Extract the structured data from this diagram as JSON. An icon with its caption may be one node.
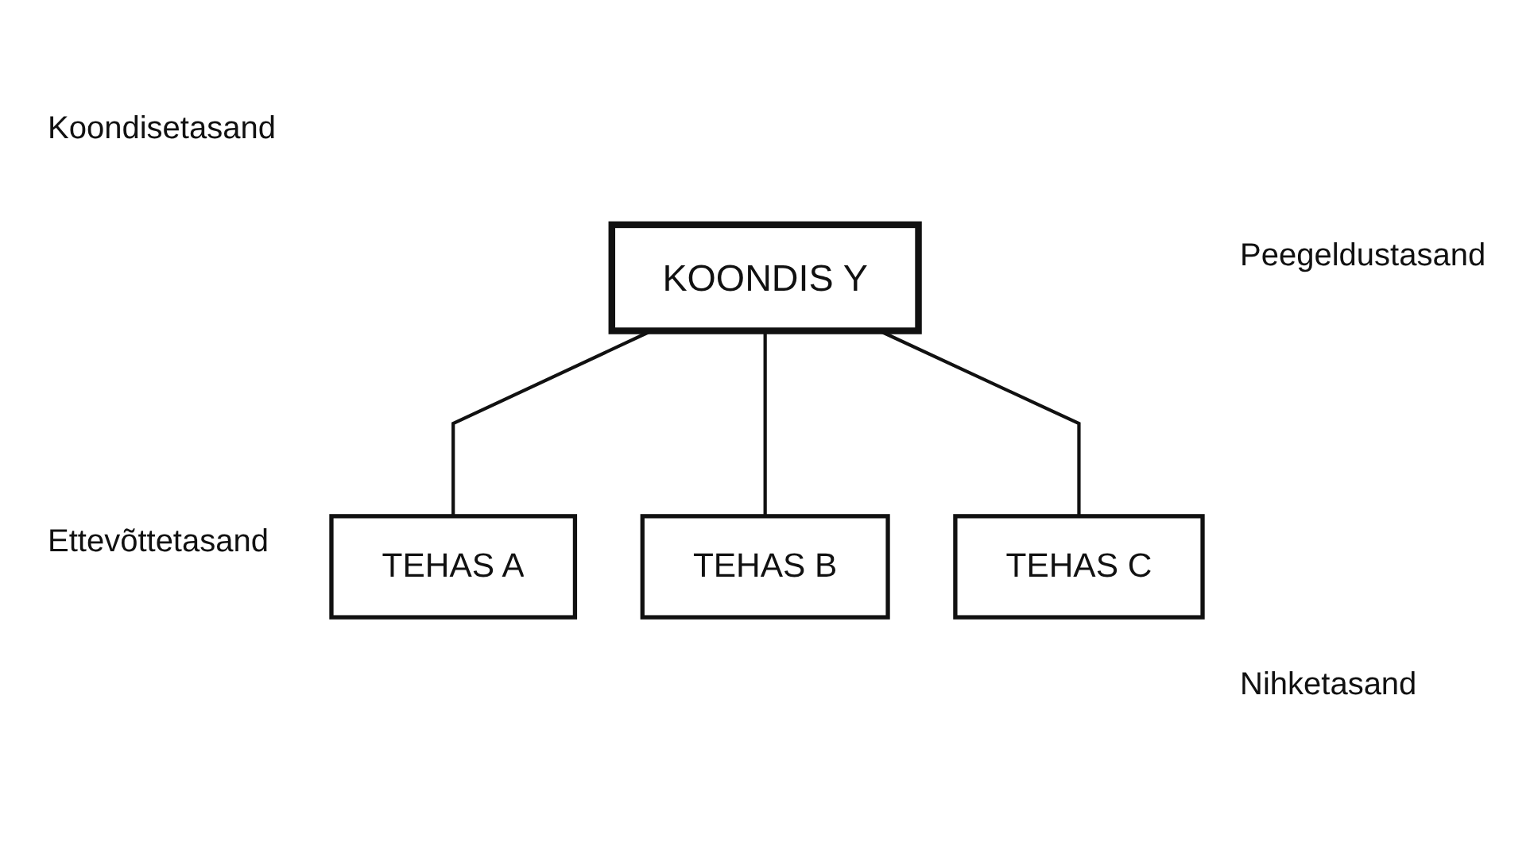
{
  "diagram": {
    "nodes": [
      {
        "text": [
          "KOONDIS Y"
        ]
      },
      {
        "text": [
          "TEHAS A"
        ]
      },
      {
        "text": [
          "TEHAS B"
        ]
      },
      {
        "text": [
          "TEHAS C"
        ]
      }
    ],
    "edges": [
      {
        "from": 0,
        "to": 1,
        "arrow": "none"
      },
      {
        "from": 0,
        "to": 2,
        "arrow": "none"
      },
      {
        "from": 0,
        "to": 3,
        "arrow": "none"
      }
    ],
    "labels": [
      "Koondisetasand",
      "Peegeldustasand",
      "Ettevõttetasand",
      "Nihketasand"
    ]
  }
}
